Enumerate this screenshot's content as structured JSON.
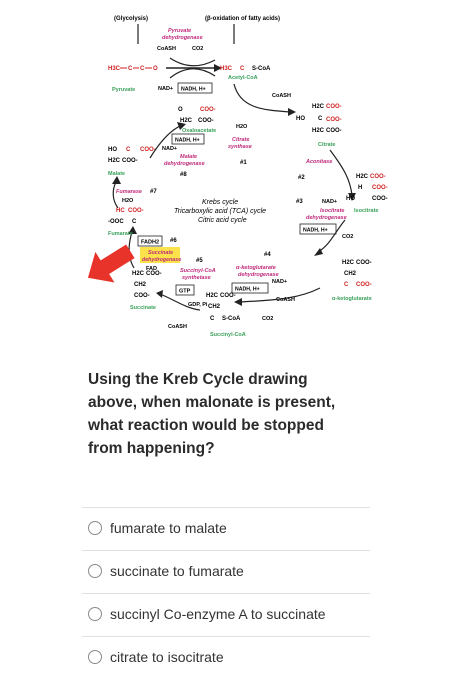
{
  "diagram": {
    "glycolysis": "(Glycolysis)",
    "beta_oxidation": "(β-oxidation of fatty acids)",
    "pyruvate_dh": [
      "Pyruvate",
      "dehydrogenase"
    ],
    "coash": "CoASH",
    "co2": "CO2",
    "nad": "NAD+",
    "nadh": "NADH, H+",
    "pyruvate": "Pyruvate",
    "acetyl_coa": "Acetyl-CoA",
    "oxaloacetate": "Oxaloacetate",
    "citrate": "Citrate",
    "citrate_synthase": [
      "Citrate",
      "synthase"
    ],
    "h2o": "H2O",
    "aconitase": "Aconitase",
    "malate": "Malate",
    "malate_dh": [
      "Malate",
      "dehydrogenase"
    ],
    "step1": "#1",
    "step2": "#2",
    "step3": "#3",
    "step4": "#4",
    "step5": "#5",
    "step6": "#6",
    "step7": "#7",
    "step8": "#8",
    "fumarase": "Fumarase",
    "fumarate": "Fumarate",
    "cycle_title": [
      "Krebs cycle",
      "Tricarboxylic acid (TCA) cycle",
      "Citric acid cycle"
    ],
    "isocitrate": "Isocitrate",
    "isocitrate_dh": [
      "Isocitrate",
      "dehydrogenase"
    ],
    "fadh2": "FADH2",
    "fad": "FAD",
    "succinate_dh": [
      "Succinate",
      "dehydrogenase"
    ],
    "succinate": "Succinate",
    "succinyl_coa_synthetase": [
      "Succinyl-CoA",
      "synthetase"
    ],
    "gtp": "GTP",
    "gdp": "GDP, Pi",
    "akg_dh": [
      "α-ketoglutarate",
      "dehydrogenase"
    ],
    "akg": "α-ketoglutarate",
    "succinyl_coa": "Succinyl-CoA",
    "coo": "COO-",
    "ooc": "-OOC",
    "ch2": "CH2",
    "h2c": "H2C",
    "hc": "HC",
    "ho": "HO",
    "h3c": "H3C",
    "s_coa": "S-CoA",
    "c": "C",
    "o": "O",
    "h": "H"
  },
  "question": {
    "text": "Using the Kreb Cycle drawing above, when malonate is present, what reaction would be stopped from happening?"
  },
  "options": [
    {
      "label": "fumarate to malate"
    },
    {
      "label": "succinate to fumarate"
    },
    {
      "label": "succinyl Co-enzyme A to succinate"
    },
    {
      "label": "citrate to isocitrate"
    }
  ],
  "colors": {
    "enzyme": "#c0287a",
    "compound": "#3aa05a",
    "arrow_red": "#e8332a",
    "carbon_red": "#d02020",
    "text": "#222222"
  }
}
